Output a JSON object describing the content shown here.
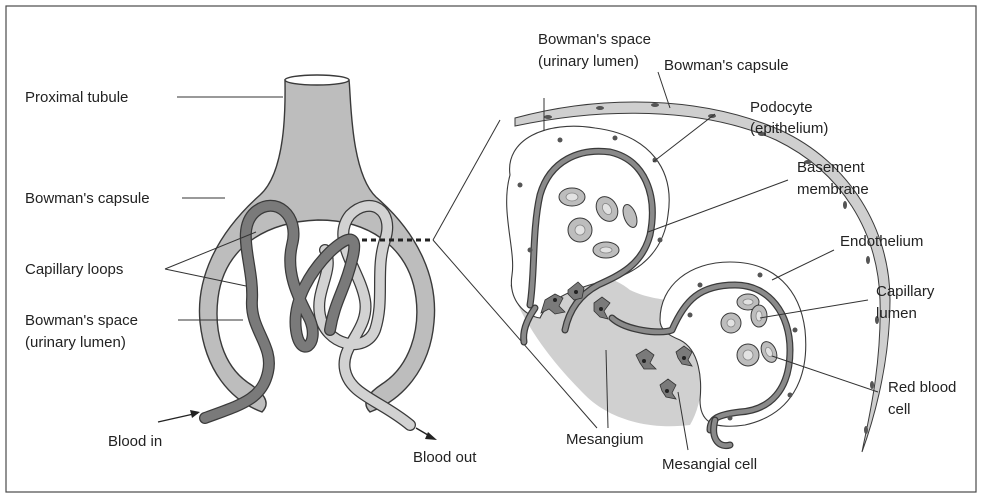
{
  "left_labels": {
    "proximal_tubule": "Proximal tubule",
    "bowmans_capsule": "Bowman's capsule",
    "capillary_loops": "Capillary loops",
    "bowmans_space_line1": "Bowman's space",
    "bowmans_space_line2": "(urinary lumen)",
    "blood_in": "Blood in",
    "blood_out": "Blood out"
  },
  "right_labels": {
    "bowmans_space_line1": "Bowman's space",
    "bowmans_space_line2": "(urinary lumen)",
    "bowmans_capsule": "Bowman's capsule",
    "podocyte_line1": "Podocyte",
    "podocyte_line2": "(epithelium)",
    "basement_line1": "Basement",
    "basement_line2": "membrane",
    "endothelium": "Endothelium",
    "capillary_lumen_line1": "Capillary",
    "capillary_lumen_line2": "lumen",
    "red_blood_line1": "Red blood",
    "red_blood_line2": "cell",
    "mesangium": "Mesangium",
    "mesangial_cell": "Mesangial cell"
  },
  "colors": {
    "capsule_gray": "#bdbdbd",
    "capillary_dark": "#7a7a7a",
    "capillary_light": "#d2d2d2",
    "mesangium_fill": "#d0d0d0"
  }
}
